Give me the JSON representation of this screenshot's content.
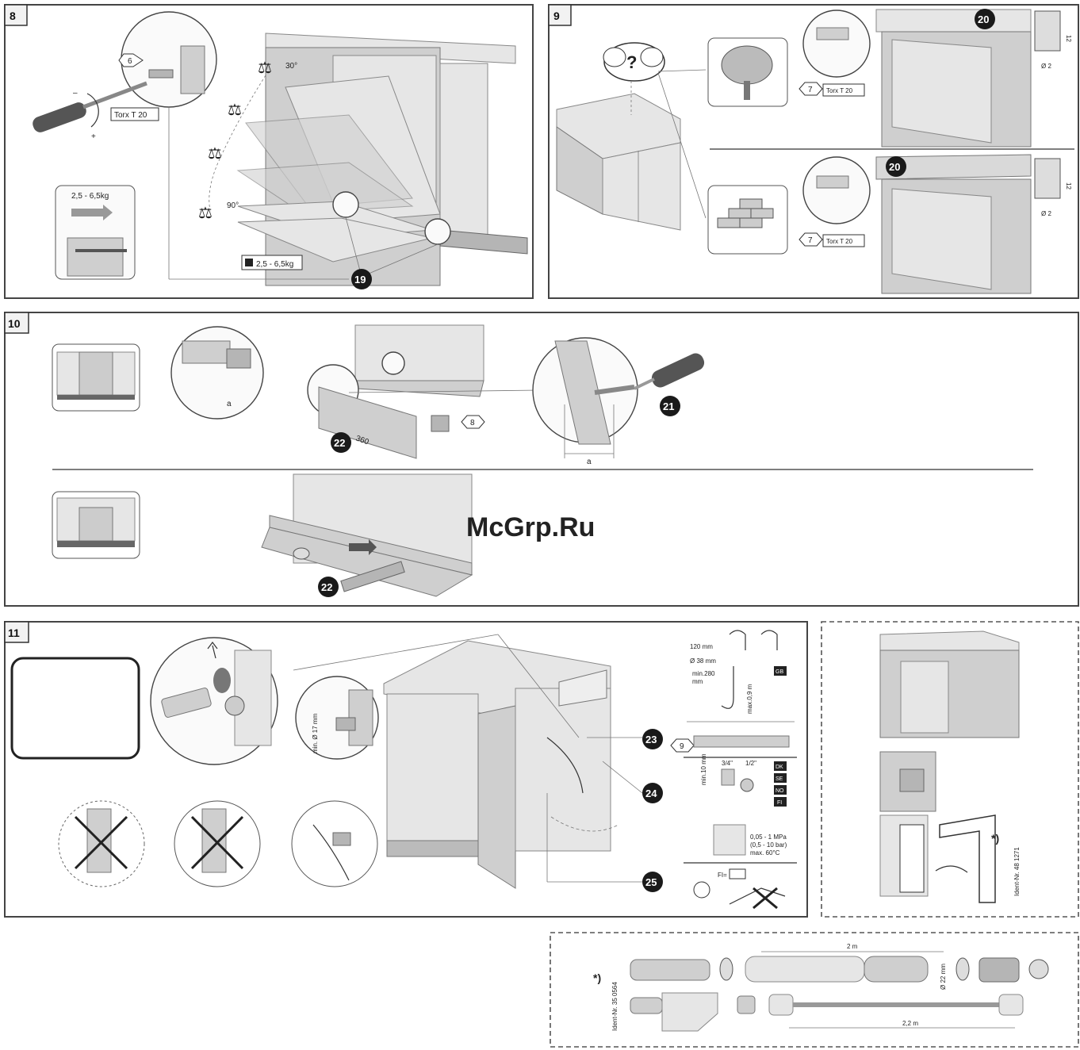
{
  "watermark": "McGrp.Ru",
  "steps": {
    "s8": "8",
    "s9": "9",
    "s10": "10",
    "s11": "11"
  },
  "step8": {
    "hex_icon": "6",
    "torx": "Torx T 20",
    "angle_top": "30°",
    "angle_bottom": "90°",
    "weight_range": "2,5 - 6,5kg",
    "weight_tag": "2,5 - 6,5kg",
    "minus": "–",
    "plus": "+",
    "callout": "19"
  },
  "step9": {
    "question": "?",
    "callout_top": "20",
    "callout_bottom": "20",
    "hex_top": "7",
    "hex_bottom": "7",
    "torx_top": "Torx T 20",
    "torx_bottom": "Torx T 20",
    "dim_top": "Ø 2",
    "dim_bottom": "Ø 2",
    "side_top": "12",
    "side_bottom": "12"
  },
  "step10": {
    "callout_a": "21",
    "callout_b": "22",
    "callout_c": "22",
    "hex": "8",
    "dim_a": "a",
    "dim_b": "a",
    "dim_len": "360"
  },
  "step11": {
    "callout_23": "23",
    "callout_24": "24",
    "callout_25": "25",
    "hex": "9",
    "hose_dia": "min. Ø 17 mm",
    "d120": "120 mm",
    "d38": "Ø 38 mm",
    "min280": "min.280",
    "mm": "mm",
    "max09": "max.0,9 m",
    "gb": "GB",
    "thread1": "3/4\"",
    "thread2": "1/2\"",
    "min10": "min.10 mm",
    "dk": "DK",
    "se": "SE",
    "no": "NO",
    "fi": "FI",
    "pressure1": "0,05 - 1 MPa",
    "pressure2": "(0,5 - 10 bar)",
    "pressure3": "max. 60°C",
    "fi_label": "FI="
  },
  "accessory_right": {
    "star": "*)",
    "ident": "Ident-Nr. 48 1271"
  },
  "accessory_bottom": {
    "star": "*)",
    "ident": "Ident-Nr. 35 0564",
    "len_top": "2 m",
    "len_bottom": "2,2 m",
    "dia": "Ø 22 mm"
  }
}
